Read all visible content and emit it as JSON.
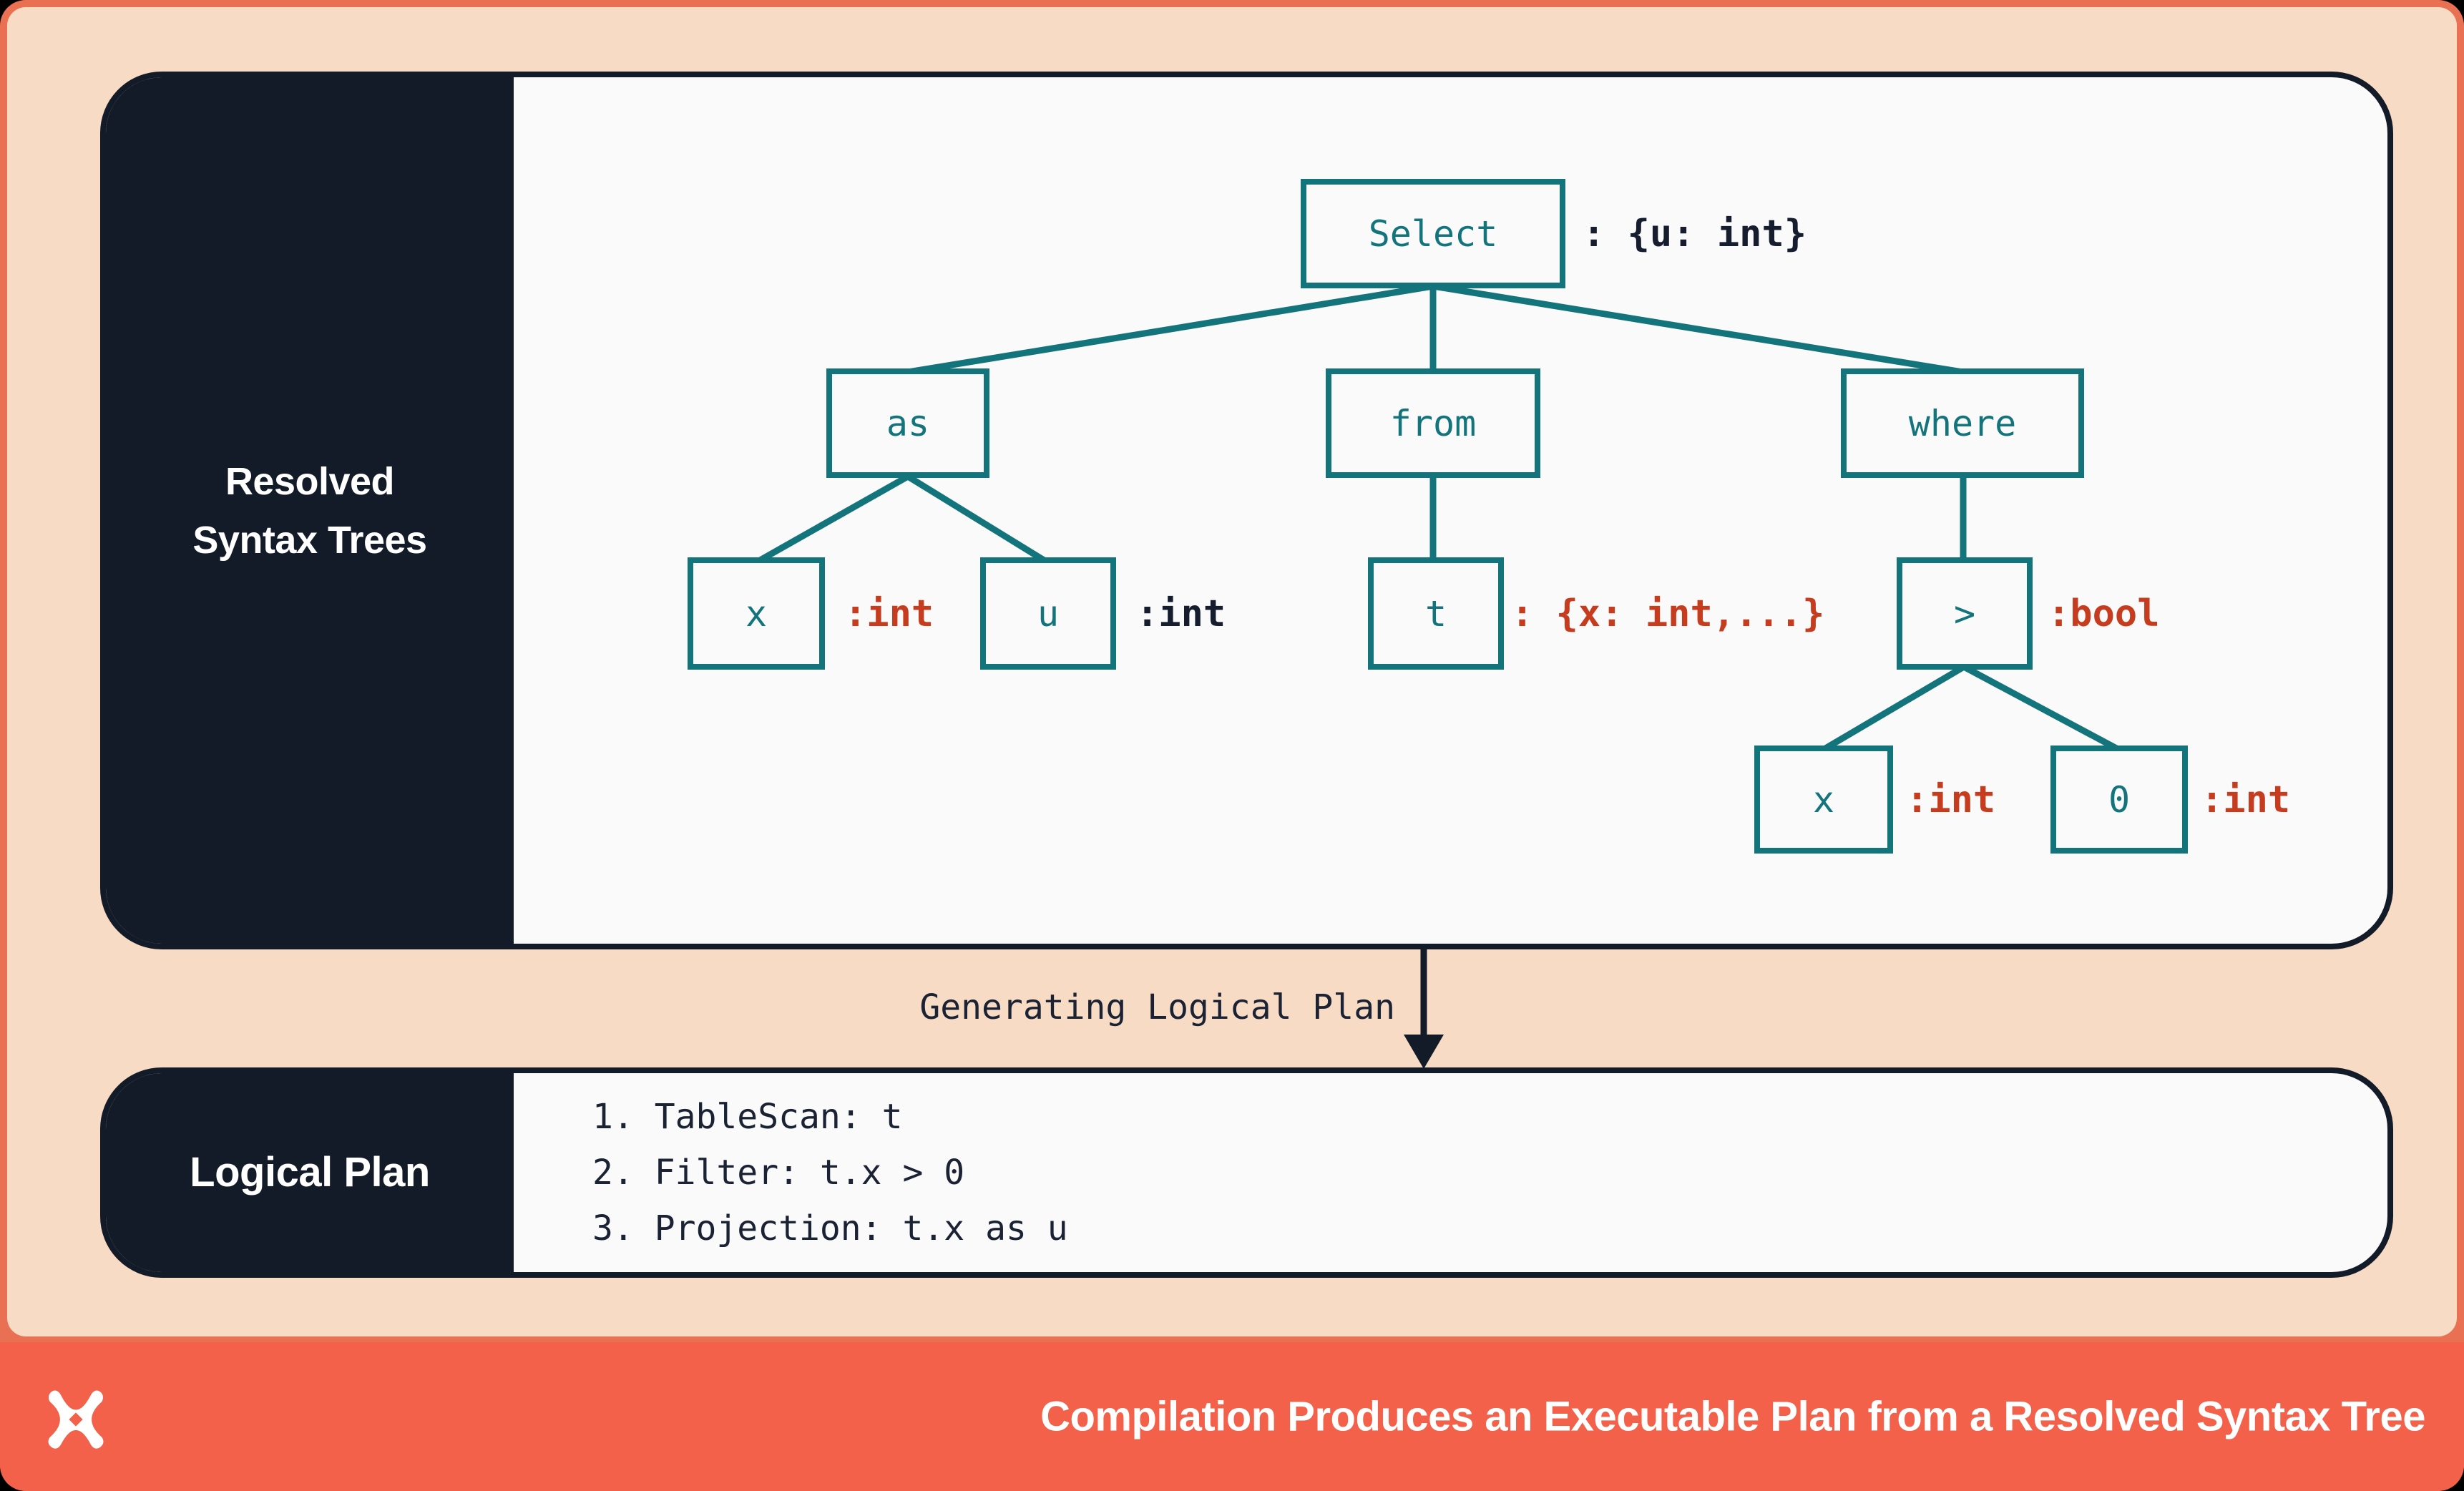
{
  "panels": {
    "resolved": {
      "label_lines": [
        "Resolved",
        "Syntax Trees"
      ]
    },
    "logical": {
      "label": "Logical Plan",
      "steps": [
        "1. TableScan: t",
        "2. Filter: t.x > 0",
        "3. Projection: t.x as u"
      ]
    }
  },
  "arrow": {
    "label": "Generating Logical Plan"
  },
  "tree": {
    "nodes": [
      {
        "id": "select",
        "label": "Select",
        "annotation": ": {u: int}",
        "annotation_color": "navy"
      },
      {
        "id": "as",
        "label": "as",
        "annotation": "",
        "annotation_color": ""
      },
      {
        "id": "from",
        "label": "from",
        "annotation": "",
        "annotation_color": ""
      },
      {
        "id": "where",
        "label": "where",
        "annotation": "",
        "annotation_color": ""
      },
      {
        "id": "x1",
        "label": "x",
        "annotation": ":int",
        "annotation_color": "red"
      },
      {
        "id": "u",
        "label": "u",
        "annotation": ":int",
        "annotation_color": "navy"
      },
      {
        "id": "t",
        "label": "t",
        "annotation": ": {x: int,...}",
        "annotation_color": "red"
      },
      {
        "id": "gt",
        "label": ">",
        "annotation": ":bool",
        "annotation_color": "red"
      },
      {
        "id": "x2",
        "label": "x",
        "annotation": ":int",
        "annotation_color": "red"
      },
      {
        "id": "zero",
        "label": "0",
        "annotation": ":int",
        "annotation_color": "red"
      }
    ]
  },
  "footer": {
    "title": "Compilation Produces an Executable Plan from a Resolved Syntax Tree",
    "logo_icon": "x-pinwheel-logo"
  },
  "colors": {
    "background_outer": "#000000",
    "border_ring": "#E97052",
    "footer_bar": "#F4614A",
    "peach": "#F8DBC4",
    "panel_navy": "#131A28",
    "panel_white": "#FAFAFB",
    "teal": "#13747C",
    "annotation_red": "#C63C1E",
    "annotation_navy": "#161D2E",
    "text_white": "#FFFFFF"
  }
}
